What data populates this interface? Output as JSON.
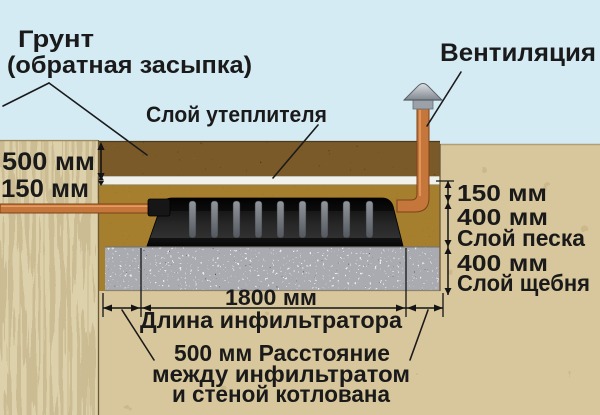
{
  "annotations": {
    "soil_line1": "Грунт",
    "soil_line2": "(обратная засыпка)",
    "insulation_label": "Слой утеплителя",
    "ventilation_label": "Вентиляция"
  },
  "left_dimensions": {
    "backfill_depth": "500 мм",
    "insulation_thickness": "150 мм"
  },
  "right_dimensions": {
    "cover_thickness": "150 мм",
    "sand_value": "400 мм",
    "sand_label": "Слой песка",
    "gravel_value": "400 мм",
    "gravel_label": "Слой щебня"
  },
  "bottom_dimensions": {
    "length_value": "1800 мм",
    "length_label": "Длина инфильтратора",
    "clearance_line1": "500 мм Расстояние",
    "clearance_line2": "между инфильтратом",
    "clearance_line3": "и стеной котлована"
  },
  "colors": {
    "sky": "#d5ebf4",
    "backfill_soil": "#7b5a2a",
    "insulation": "#f1f1ec",
    "sand": "#a67f2e",
    "gravel": "#a9abb0",
    "native_ground": "#d8c79c",
    "timber_wall": "#ddd1ab",
    "pipe_orange": "#c4763b",
    "infiltrator_black": "#1c1c1c",
    "text": "#1a1a1a"
  }
}
